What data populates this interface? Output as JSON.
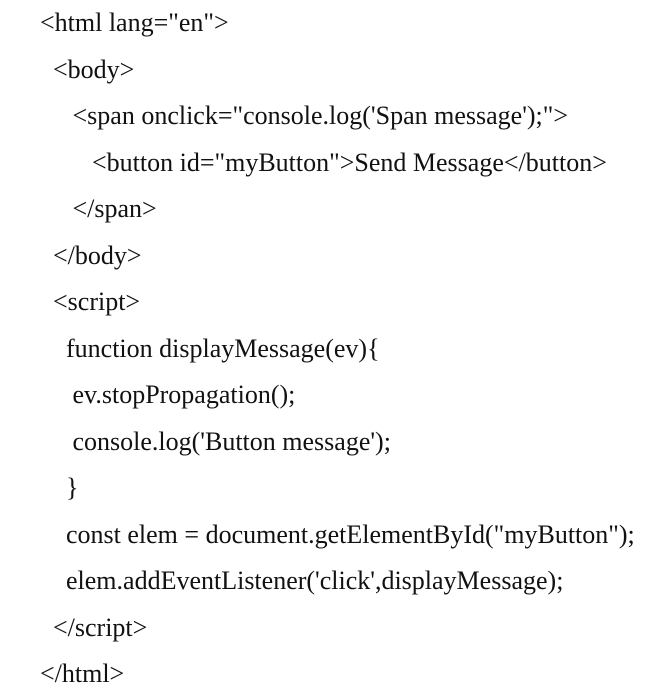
{
  "page": {
    "background": "#ffffff",
    "text_color": "#111111"
  },
  "code_listing": {
    "language": "html",
    "lines": [
      "<html lang=\"en\">",
      "  <body>",
      "     <span onclick=\"console.log('Span message');\">",
      "        <button id=\"myButton\">Send Message</button>",
      "     </span>",
      "  </body>",
      "  <script>",
      "    function displayMessage(ev){",
      "     ev.stopPropagation();",
      "     console.log('Button message');",
      "    }",
      "    const elem = document.getElementById(\"myButton\");",
      "    elem.addEventListener('click',displayMessage);",
      "  </script>",
      "</html>"
    ]
  }
}
